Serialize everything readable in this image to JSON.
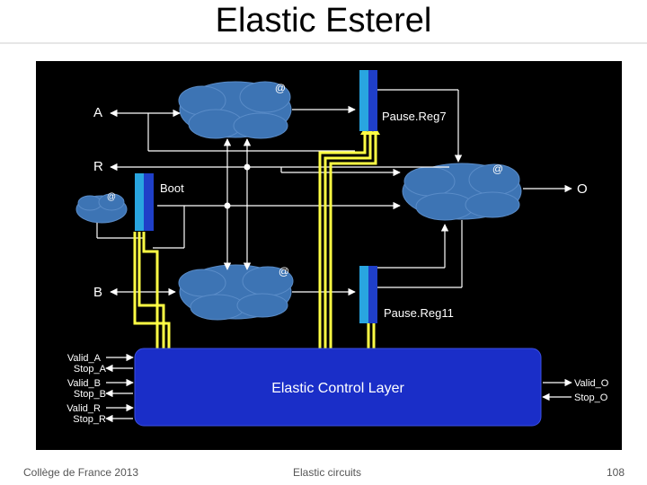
{
  "slide": {
    "title": "Elastic Esterel",
    "footer_left": "Collège de France 2013",
    "footer_center": "Elastic circuits",
    "page_number": "108"
  },
  "diagram": {
    "inputs": [
      "A",
      "R",
      "B"
    ],
    "output": "O",
    "registers": [
      "Pause.Reg7",
      "Boot",
      "Pause.Reg11"
    ],
    "pause_marker": "@",
    "control_layer": "Elastic Control Layer",
    "control_left": [
      "Valid_A",
      "Stop_A",
      "Valid_B",
      "Stop_B",
      "Valid_R",
      "Stop_R"
    ],
    "control_right": [
      "Valid_O",
      "Stop_O"
    ]
  },
  "colors": {
    "background": "#000000",
    "cloud": "#3d74b4",
    "control_layer": "#1a2ec8",
    "register_cyan": "#29a5e0",
    "register_blue": "#1f3fc8",
    "elastic_wire": "#ffff44",
    "wire": "#ffffff"
  }
}
